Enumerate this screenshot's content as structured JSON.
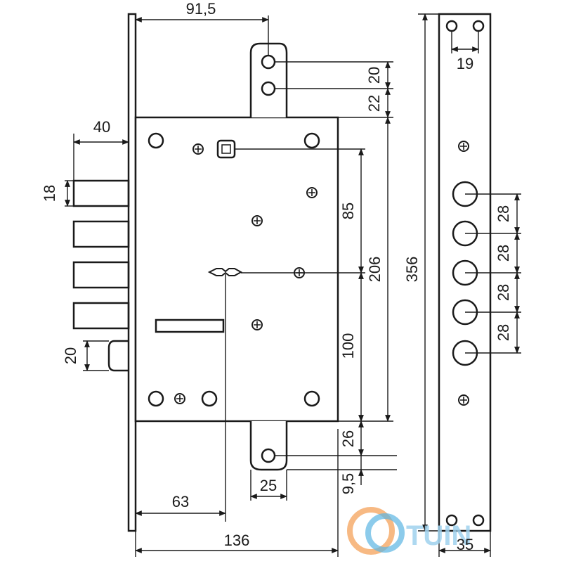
{
  "drawing": {
    "dimensions": {
      "top_width": "91,5",
      "bolt_length": "40",
      "bolt_height": "18",
      "latch_height": "20",
      "hook_spacing_top_a": "20",
      "hook_spacing_top_b": "22",
      "spindle_to_key": "85",
      "key_to_bottom": "100",
      "case_height": "206",
      "faceplate_length": "356",
      "hole_pitch_1": "28",
      "hole_pitch_2": "28",
      "hole_pitch_3": "28",
      "hole_pitch_4": "28",
      "strike_hole_spacing": "19",
      "strike_width": "35",
      "bottom_hook_offset": "26",
      "bottom_hook_hole": "9,5",
      "bottom_hook_width": "25",
      "backset": "63",
      "case_width": "136"
    },
    "watermark": {
      "text": "TUIN",
      "colors": {
        "orange": "#f4a259",
        "blue": "#5bb5e3",
        "text": "#9fd2ee"
      }
    }
  }
}
